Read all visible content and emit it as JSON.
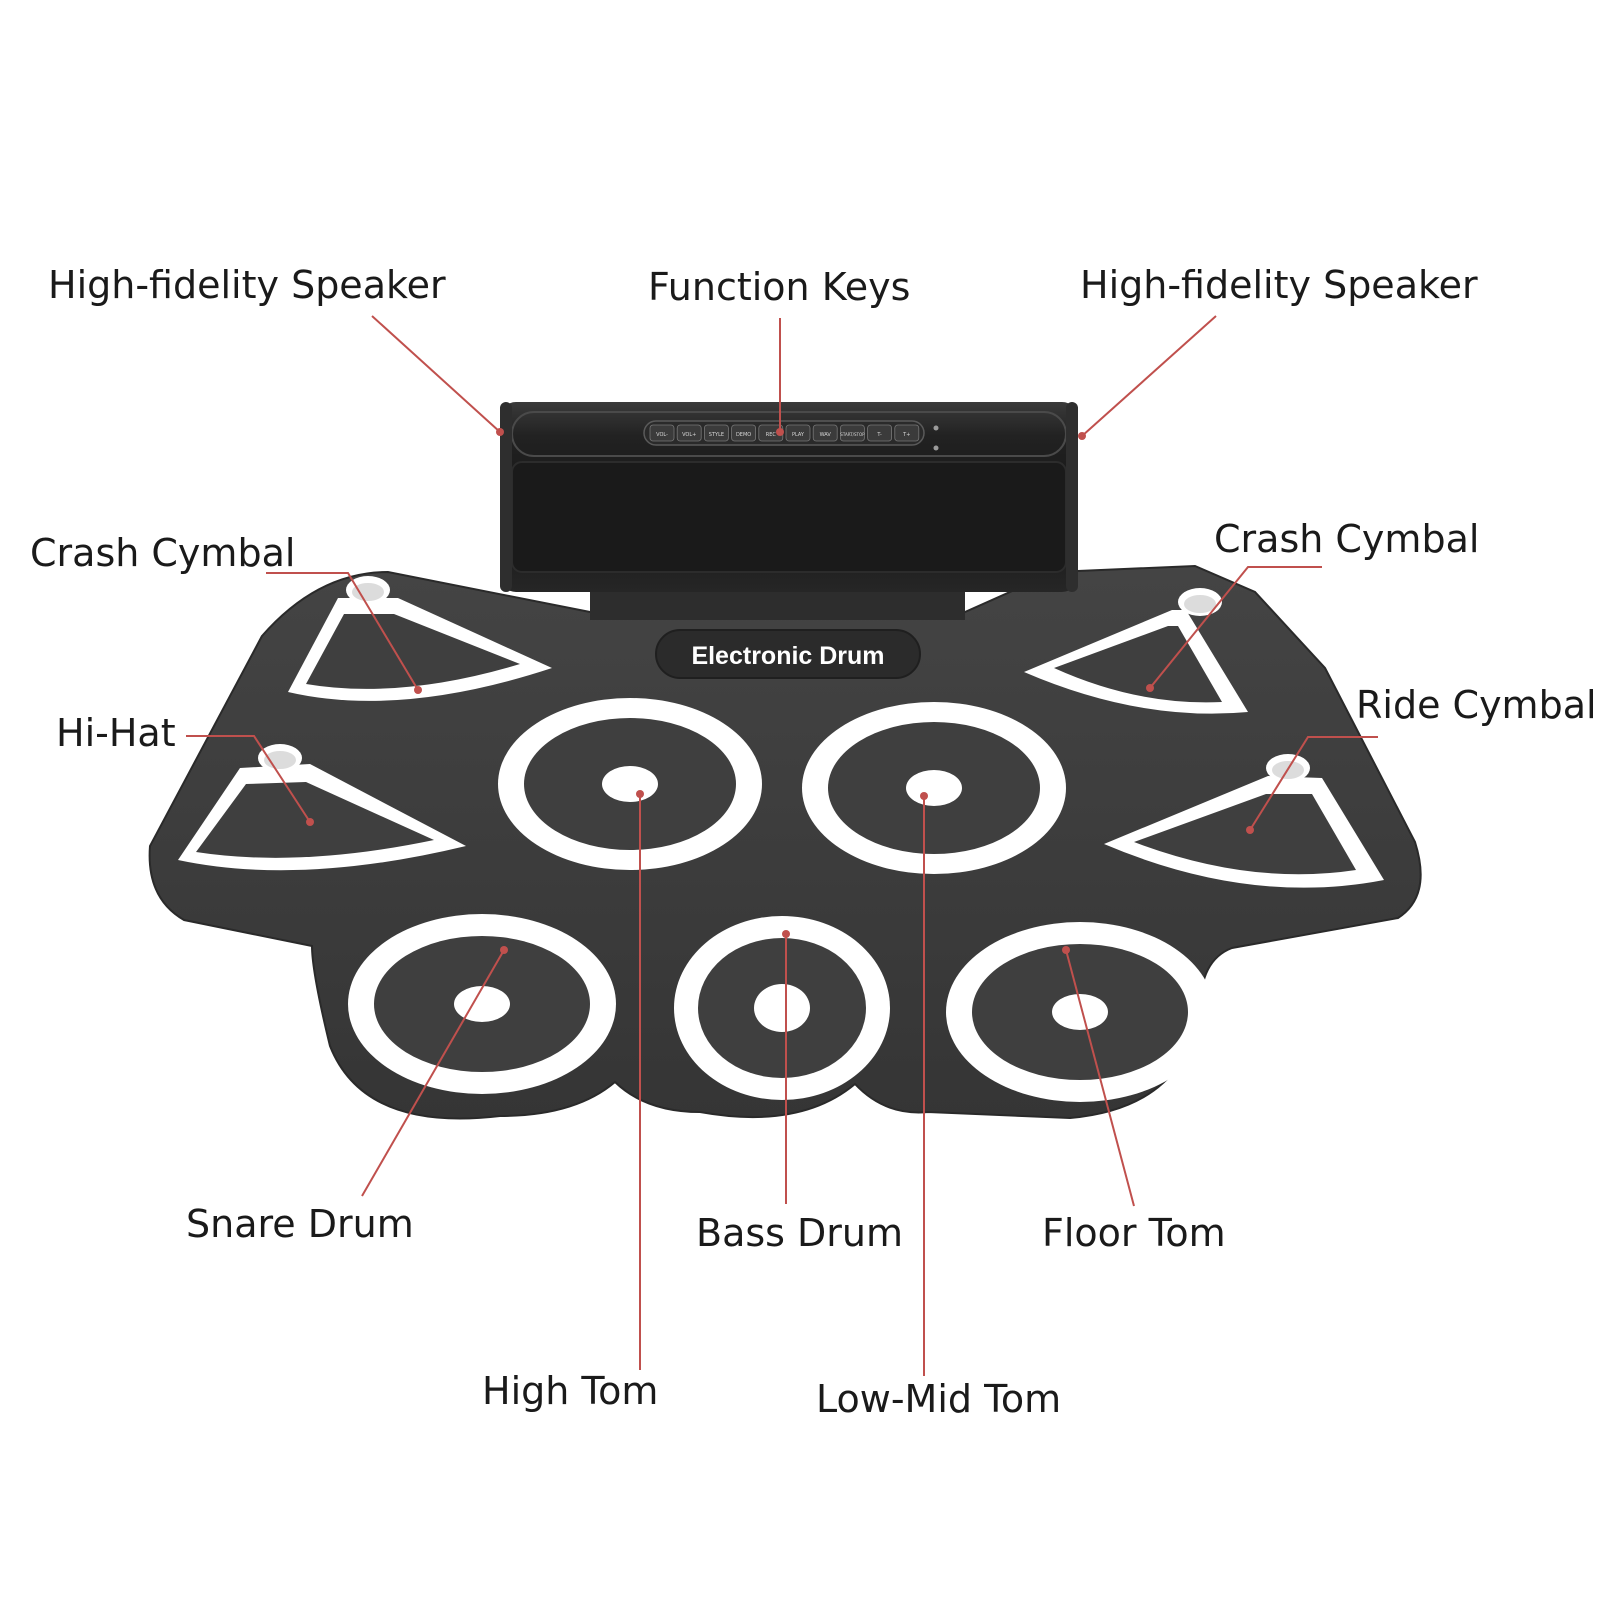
{
  "device": {
    "brand_plate": "Electronic Drum",
    "function_keys": [
      "VOL-",
      "VOL+",
      "STYLE",
      "DEMO",
      "REC",
      "PLAY",
      "WAV",
      "START/STOP",
      "T-",
      "T+"
    ]
  },
  "callouts": {
    "speaker_left": "High-fidelity Speaker",
    "function_keys": "Function Keys",
    "speaker_right": "High-fidelity Speaker",
    "crash_left": "Crash Cymbal",
    "crash_right": "Crash Cymbal",
    "ride": "Ride Cymbal",
    "hihat": "Hi-Hat",
    "snare": "Snare Drum",
    "bass": "Bass Drum",
    "floor_tom": "Floor Tom",
    "high_tom": "High Tom",
    "low_mid_tom": "Low-Mid Tom"
  },
  "colors": {
    "background": "#ffffff",
    "pad_body": "#3a3a3a",
    "pad_surface": "#404040",
    "pad_ring": "#ffffff",
    "speaker_body": "#1c1c1c",
    "leader_line": "#c0504d",
    "label_text": "#1a1a1a"
  }
}
